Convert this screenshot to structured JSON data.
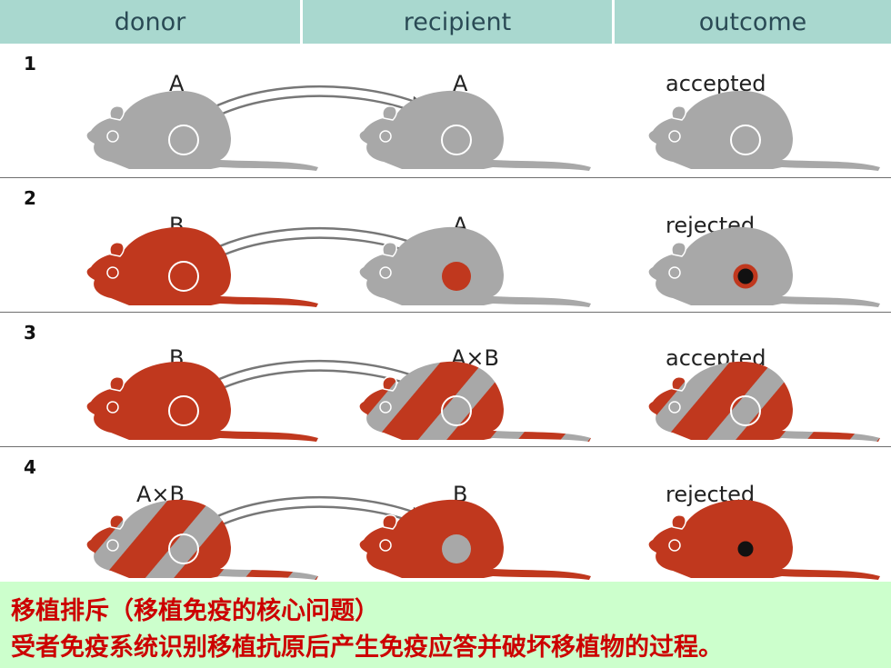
{
  "header": {
    "donor": "donor",
    "recipient": "recipient",
    "outcome": "outcome"
  },
  "colors": {
    "grey_mouse": "#a8a8a8",
    "red_mouse": "#c0381e",
    "graft_red": "#c0381e",
    "header_bg": "#a9d8cf",
    "caption_bg": "#ccffcc",
    "caption_text": "#cc0000"
  },
  "rows": [
    {
      "number": "1",
      "donor_label": "A",
      "recipient_label": "A",
      "outcome": "accepted",
      "donor_type": "grey",
      "recipient_type": "grey",
      "outcome_type": "grey",
      "recipient_graft": "outline",
      "outcome_graft": "outline"
    },
    {
      "number": "2",
      "donor_label": "B",
      "recipient_label": "A",
      "outcome": "rejected",
      "donor_type": "red",
      "recipient_type": "grey",
      "outcome_type": "grey",
      "recipient_graft": "red",
      "outcome_graft": "rejected"
    },
    {
      "number": "3",
      "donor_label": "B",
      "recipient_label": "A×B",
      "outcome": "accepted",
      "donor_type": "red",
      "recipient_type": "striped",
      "outcome_type": "striped",
      "recipient_graft": "outline",
      "outcome_graft": "outline"
    },
    {
      "number": "4",
      "donor_label": "A×B",
      "recipient_label": "B",
      "outcome": "rejected",
      "donor_type": "striped",
      "recipient_type": "red",
      "outcome_type": "red",
      "recipient_graft": "grey",
      "outcome_graft": "rejected"
    }
  ],
  "caption": {
    "line1": "移植排斥（移植免疫的核心问题）",
    "line2": "受者免疫系统识别移植抗原后产生免疫应答并破坏移植物的过程。"
  }
}
